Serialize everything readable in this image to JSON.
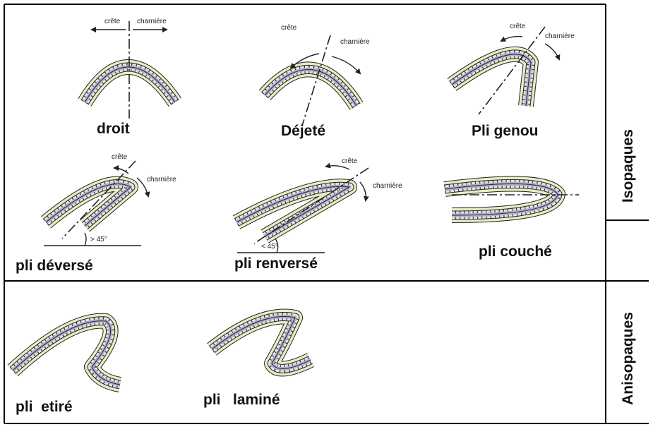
{
  "labels": {
    "droit": "droit",
    "dejete": "Déjeté",
    "genou": "Pli genou",
    "deverse": "pli déversé",
    "renverse": "pli renversé",
    "couche": "pli couché",
    "etire": "pli  etiré",
    "lamine": "pli   laminé"
  },
  "small": {
    "crete": "crête",
    "charniere": "charnière",
    "gt45": "> 45°",
    "lt45": "< 45°"
  },
  "rows": {
    "isopaques": "Isopaques",
    "anisopaques": "Anisopaques"
  },
  "colors": {
    "outer_layer": "#ecebc6",
    "block_layer": "#d9eadc",
    "inner_layer": "#b9a9d4",
    "line": "#222222"
  }
}
